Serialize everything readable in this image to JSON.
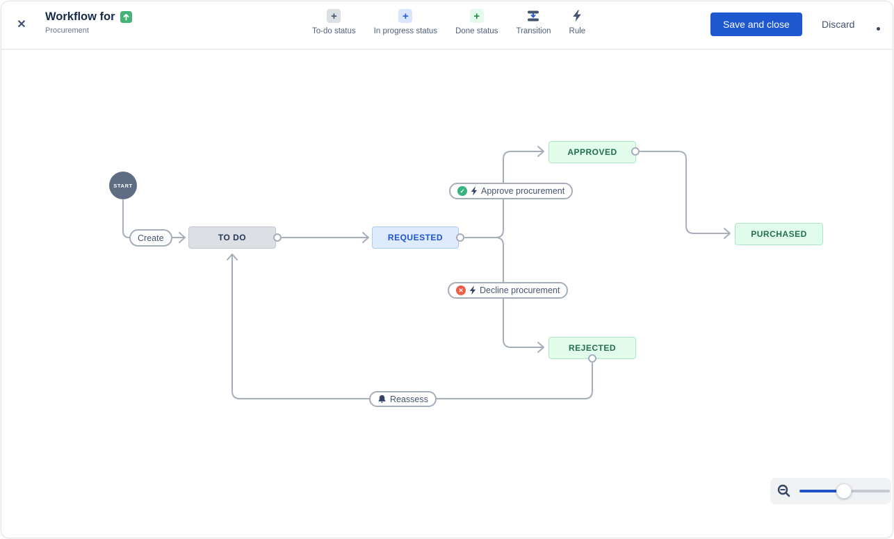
{
  "header": {
    "close_icon_glyph": "✕",
    "title": "Workflow for",
    "title_icon": "improvement-up-arrow-icon",
    "subtitle": "Procurement",
    "toolbar_items": [
      {
        "label": "To-do status",
        "icon": "plus-todo-status-icon",
        "plus_glyph": "+"
      },
      {
        "label": "In progress status",
        "icon": "plus-in-progress-status-icon",
        "plus_glyph": "+"
      },
      {
        "label": "Done status",
        "icon": "plus-done-status-icon",
        "plus_glyph": "+"
      },
      {
        "label": "Transition",
        "icon": "transition-icon"
      },
      {
        "label": "Rule",
        "icon": "rule-lightning-icon"
      }
    ],
    "save_button_label": "Save and close",
    "discard_button_label": "Discard"
  },
  "diagram": {
    "start_node_label": "START",
    "statuses": [
      {
        "label": "TO DO",
        "category": "todo"
      },
      {
        "label": "REQUESTED",
        "category": "in-progress"
      },
      {
        "label": "APPROVED",
        "category": "done"
      },
      {
        "label": "PURCHASED",
        "category": "done"
      },
      {
        "label": "REJECTED",
        "category": "done"
      }
    ],
    "transitions": [
      {
        "label": "Create",
        "badges": []
      },
      {
        "label": "Approve procurement",
        "badges": [
          "approve-check",
          "rule-lightning"
        ],
        "check_glyph": "✓"
      },
      {
        "label": "Decline procurement",
        "badges": [
          "decline-x",
          "rule-lightning"
        ],
        "x_glyph": "✕"
      },
      {
        "label": "Reassess",
        "badges": [
          "notification-bell"
        ]
      }
    ]
  },
  "zoom_control": {
    "zoom_out_icon": "magnifier-minus-icon",
    "slider_value_percent": 48
  },
  "colors": {
    "primary_blue": "#1D58D0",
    "todo_bg": "#DCDFE4",
    "todo_text": "#253858",
    "in_progress_bg": "#DEEBFF",
    "in_progress_text": "#1D53C9",
    "done_bg": "#E2FCEC",
    "done_text": "#216E4E",
    "connector_gray": "#A5ADBA",
    "start_node_bg": "#5E6C84",
    "approve_badge": "#36B37E",
    "decline_badge": "#EF5C48",
    "title_icon_green": "#45B278"
  }
}
